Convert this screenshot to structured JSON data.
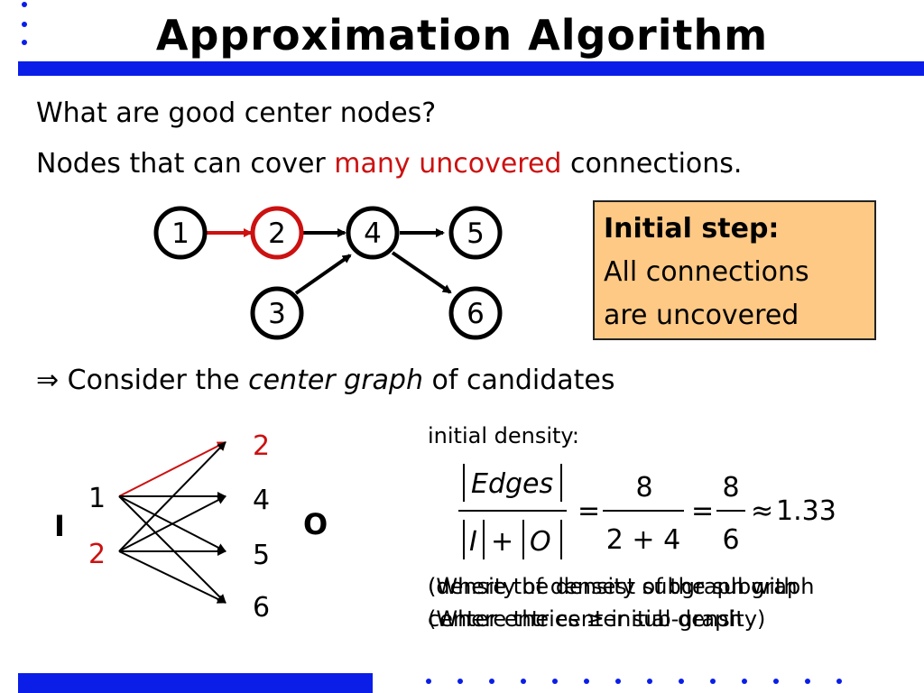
{
  "slide": {
    "title": "Approximation Algorithm",
    "question": "What are good center nodes?",
    "answer_prefix": "Nodes that can cover ",
    "answer_highlight": "many uncovered",
    "answer_suffix": " connections."
  },
  "graph": {
    "nodes": [
      "1",
      "2",
      "4",
      "5",
      "3",
      "6"
    ],
    "highlight_node": "2",
    "highlight_color": "#cc1111"
  },
  "callout": {
    "heading": "Initial step:",
    "line1": "All connections",
    "line2": "are uncovered",
    "background": "#fdc985"
  },
  "consider": {
    "arrow": "⇒",
    "prefix": " Consider the ",
    "emphasis": "center graph",
    "suffix": " of candidates"
  },
  "bipartite": {
    "left_label": "I",
    "right_label": "O",
    "left_nodes": [
      "1",
      "2"
    ],
    "right_nodes": [
      "2",
      "4",
      "5",
      "6"
    ]
  },
  "density": {
    "label": "initial density:",
    "num1": "Edges",
    "den1_a": "I",
    "den1_plus": "+",
    "den1_b": "O",
    "eq": "=",
    "num2": "8",
    "den2": "2 + 4",
    "num3": "8",
    "den3": "6",
    "approx": "≈",
    "result": "1.33"
  },
  "notes": {
    "text_a": "(density of densest subgraph with",
    "text_a2": "(density of densest subgraph with",
    "text_b": "(Where the density of the subgraph",
    "text_c": "center entries ≥ initial density)",
    "text_d": "(Where the center sub-graph"
  },
  "colors": {
    "accent_blue": "#0a1ee8",
    "highlight_red": "#cc1111"
  }
}
